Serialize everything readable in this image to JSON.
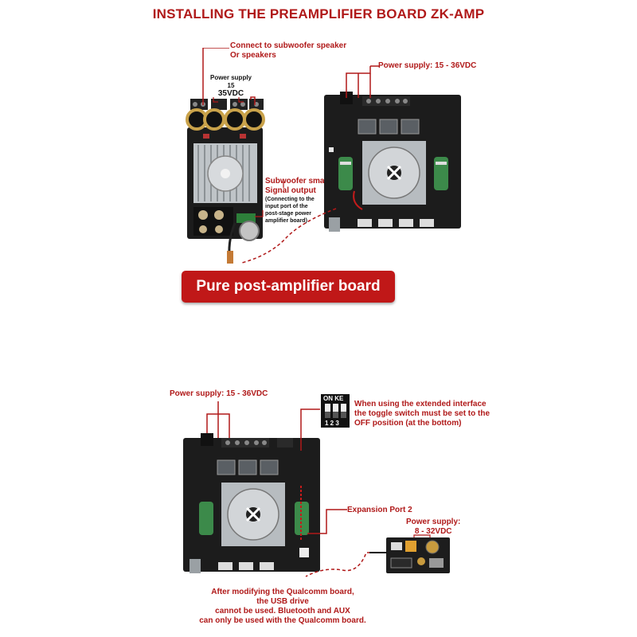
{
  "title": "INSTALLING THE PREAMPLIFIER BOARD ZK-AMP",
  "colors": {
    "accent": "#b01919",
    "banner": "#c01818",
    "board": "#1c1c1c"
  },
  "top": {
    "label_connect_1": "Connect to subwoofer speaker",
    "label_connect_2": "Or speakers",
    "label_power_small_1": "Power supply 15",
    "label_power_small_2": "35VDC",
    "label_sub_1": "Subwoofer small",
    "label_sub_2": "Signal output",
    "label_sub_3": "(Connecting to the",
    "label_sub_4": "input port of the",
    "label_sub_5": "post-stage power",
    "label_sub_6": "amplifier board)",
    "label_power_right": "Power supply: 15 - 36VDC",
    "banner": "Pure post-amplifier board"
  },
  "bottom": {
    "label_power": "Power supply: 15 - 36VDC",
    "dip_top": "ON KE",
    "dip_nums": "1 2 3",
    "label_dip_1": "When using the extended interface",
    "label_dip_2": "the toggle switch must be set to the",
    "label_dip_3": "OFF position (at the bottom)",
    "label_expansion": "Expansion Port 2",
    "label_qc_power_1": "Power supply:",
    "label_qc_power_2": "8 - 32VDC",
    "note_1": "After modifying the Qualcomm board,",
    "note_2": "the USB drive",
    "note_3": "cannot be used. Bluetooth and AUX",
    "note_4": "can only be used with the Qualcomm board."
  },
  "icons": [
    "fan-icon",
    "capacitor-icon",
    "terminal-icon",
    "knob-icon",
    "usb-port-icon",
    "dip-switch-icon"
  ]
}
